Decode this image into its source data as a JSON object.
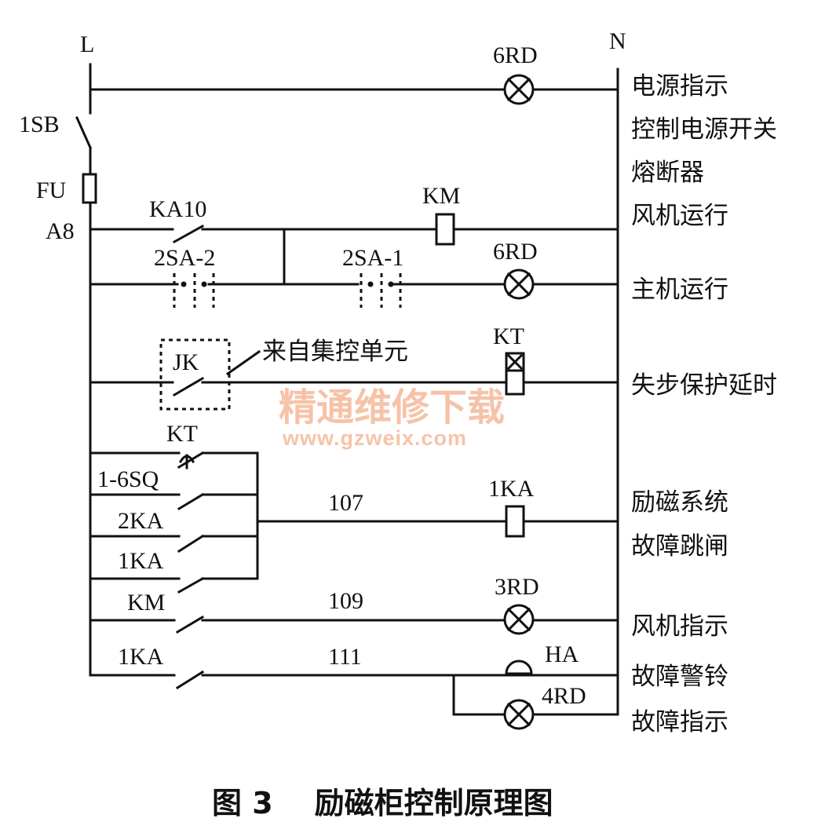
{
  "rails": {
    "left": "L",
    "right": "N"
  },
  "components": {
    "lamp_6rd_top": "6RD",
    "switch_1sb": "1SB",
    "fuse_fu": "FU",
    "node_a8": "A8",
    "contact_ka10": "KA10",
    "coil_km": "KM",
    "switch_2sa2": "2SA-2",
    "switch_2sa1": "2SA-1",
    "lamp_6rd_mid": "6RD",
    "contact_jk": "JK",
    "jk_source": "来自集控单元",
    "coil_kt": "KT",
    "contact_kt": "KT",
    "contact_16sq": "1-6SQ",
    "contact_2ka": "2KA",
    "contact_1ka_a": "1KA",
    "wire_107": "107",
    "coil_1ka": "1KA",
    "contact_km": "KM",
    "wire_109": "109",
    "lamp_3rd": "3RD",
    "contact_1ka_b": "1KA",
    "wire_111": "111",
    "bell_ha": "HA",
    "lamp_4rd": "4RD"
  },
  "descriptions": {
    "power_indicator": "电源指示",
    "control_power_switch": "控制电源开关",
    "fuse": "熔断器",
    "fan_running": "风机运行",
    "host_running": "主机运行",
    "out_of_step_delay": "失步保护延时",
    "excitation_system": "励磁系统",
    "fault_trip": "故障跳闸",
    "fan_indicator": "风机指示",
    "fault_bell": "故障警铃",
    "fault_indicator": "故障指示"
  },
  "caption": "图 3    励磁柜控制原理图",
  "watermark": {
    "cn": "精通维修下载",
    "url": "www.gzweix.com"
  }
}
